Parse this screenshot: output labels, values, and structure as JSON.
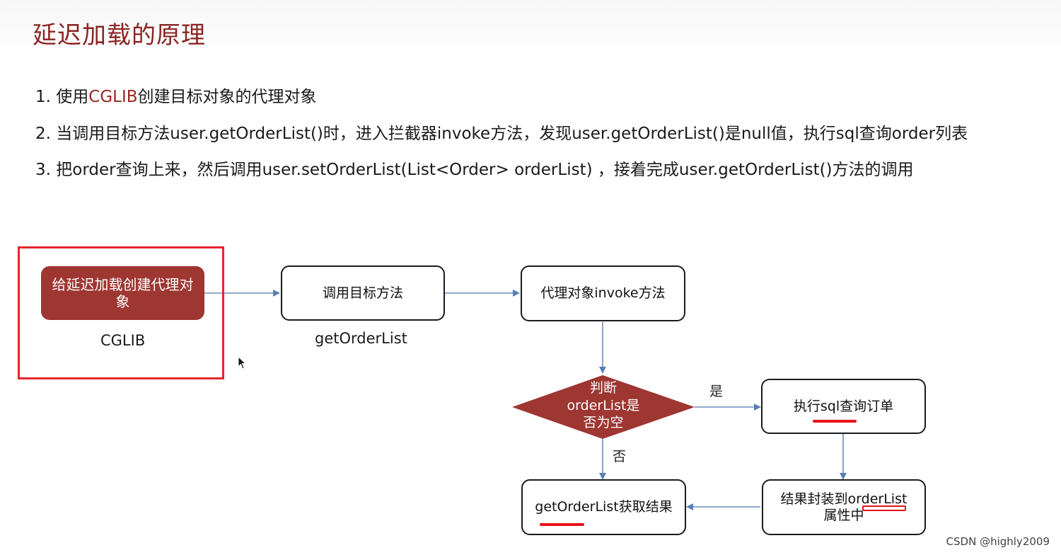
{
  "title": "延迟加载的原理",
  "steps": [
    {
      "prefix": "1. 使用",
      "highlight": "CGLIB",
      "suffix": "创建目标对象的代理对象"
    },
    {
      "text": "2. 当调用目标方法user.getOrderList()时，进入拦截器invoke方法，发现user.getOrderList()是null值，执行sql查询order列表"
    },
    {
      "text": "3. 把order查询上来，然后调用user.setOrderList(List<Order> orderList) ，接着完成user.getOrderList()方法的调用"
    }
  ],
  "flow": {
    "create_proxy": {
      "label": "给延迟加载创建代理对象",
      "caption": "CGLIB"
    },
    "call_target": {
      "label": "调用目标方法",
      "caption": "getOrderList"
    },
    "invoke": {
      "label": "代理对象invoke方法"
    },
    "decision": {
      "line1": "判断",
      "line2": "orderList是",
      "line3": "否为空"
    },
    "yes_label": "是",
    "no_label": "否",
    "exec_sql": {
      "label": "执行sql查询订单"
    },
    "wrap_result": {
      "label": "结果封装到orderList属性中"
    },
    "get_result": {
      "label": "getOrderList获取结果"
    }
  },
  "watermark": "CSDN @highly2009",
  "colors": {
    "title": "#8b2423",
    "accent_fill": "#9e3632",
    "frame": "#e4262b",
    "arrow": "#6b8cbe",
    "underline": "#e8121a"
  }
}
